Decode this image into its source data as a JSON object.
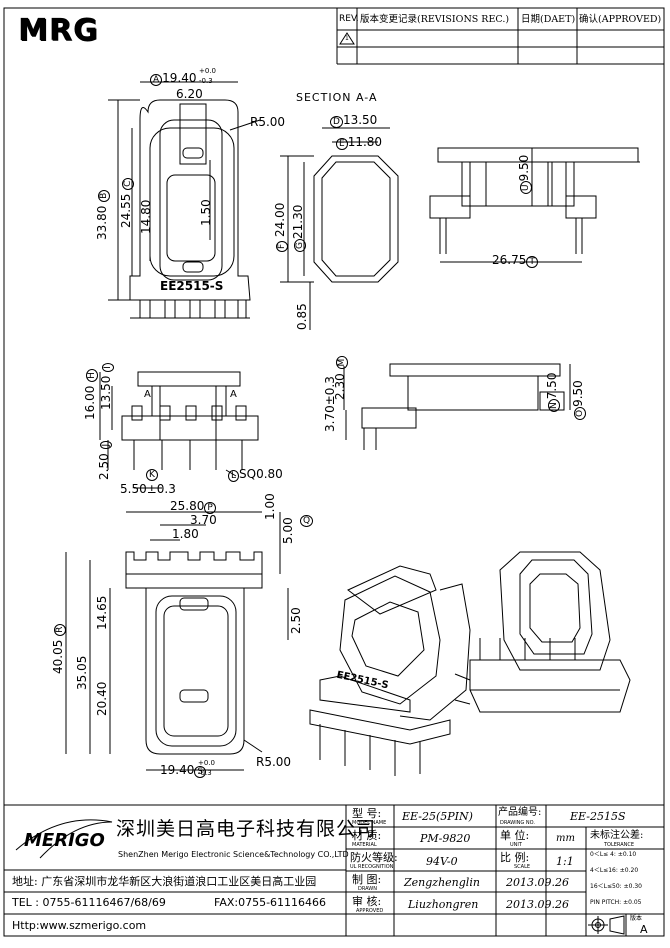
{
  "logo": {
    "text": "MRG"
  },
  "revision_table": {
    "rev": "REV.",
    "record": "版本变更记录(REVISIONS REC.)",
    "date": "日期(DAET)",
    "approved": "确认(APPROVED)",
    "marker": "1"
  },
  "section_label": "SECTION A-A",
  "dims": {
    "A": "A",
    "A_val": "19.40",
    "A_tol_plus": "+0.0",
    "A_tol_minus": "-0.3",
    "top_w": "6.20",
    "r_top": "R5.00",
    "B": "B",
    "B_val": "33.80",
    "C": "C",
    "C_val": "24.55",
    "inner_h": "14.80",
    "slot": "1.50",
    "model_mark": "EE2515-S",
    "flange_gap": "0.85",
    "D": "D",
    "D_val": "13.50",
    "E": "E",
    "E_val": "11.80",
    "F": "F",
    "F_val": "24.00",
    "G": "G",
    "G_val": "21.30",
    "U": "U",
    "U_val": "9.50",
    "T": "T",
    "T_val": "26.75",
    "H": "H",
    "H_val": "16.00",
    "I": "I",
    "I_val": "13.50",
    "arrow_a": "A",
    "J": "J",
    "J_val": "2.50",
    "K": "K",
    "K_val": "5.50±0.3",
    "L": "L",
    "L_val": "SQ0.80",
    "M": "M",
    "M_val": "2.30",
    "N": "N",
    "N_val": "7.50",
    "O": "O",
    "O_val": "9.50",
    "pin_len": "3.70±0.3",
    "P": "P",
    "P_val": "25.80",
    "w_370": "3.70",
    "w_180": "1.80",
    "v_100": "1.00",
    "v_500": "5.00",
    "Q": "Q",
    "R": "R",
    "R_val": "40.05",
    "h_3505": "35.05",
    "h_1465": "14.65",
    "h_2040": "20.40",
    "h_250": "2.50",
    "r_bot": "R5.00",
    "S": "S",
    "S_val": "19.40",
    "S_tol_plus": "+0.0",
    "S_tol_minus": "-0.3"
  },
  "title_block": {
    "company_logo": "MERIGO",
    "company_cn": "深圳美日高电子科技有限公司",
    "company_en": "ShenZhen Merigo Electronic Science&Technology CO.,LTD",
    "address": "地址: 广东省深圳市龙华新区大浪街道浪口工业区美日高工业园",
    "tel": "TEL : 0755-61116467/68/69",
    "fax": "FAX:0755-61116466",
    "http": "Http:www.szmerigo.com",
    "model_label_cn": "型 号:",
    "model_label_en": "MODEL NAME",
    "model_value": "EE-25(5PIN)",
    "drawing_no_label_cn": "产品编号:",
    "drawing_no_label_en": "DRAWING NO.",
    "drawing_no_value": "EE-2515S",
    "material_label_cn": "材 质:",
    "material_label_en": "MATERIAL",
    "material_value": "PM-9820",
    "unit_label_cn": "单 位:",
    "unit_label_en": "UNIT",
    "unit_value": "mm",
    "flame_label_cn": "防火等级:",
    "flame_label_en": "UL RECOGNITION",
    "flame_value": "94V-0",
    "scale_label_cn": "比 例:",
    "scale_label_en": "SCALE",
    "scale_value": "1:1",
    "drawn_label_cn": "制 图:",
    "drawn_label_en": "DRAWN",
    "drawn_value": "Zengzhenglin",
    "drawn_date": "2013.09.26",
    "approved_label_cn": "审 核:",
    "approved_label_en": "APPROVED",
    "approved_value": "Liuzhongren",
    "approved_date": "2013.09.26",
    "tol_title_cn": "未标注公差:",
    "tol_title_en": "TOLERANCE",
    "tol_lines": [
      "0＜L≤ 4: ±0.10",
      "4＜L≤16: ±0.20",
      "16＜L≤50: ±0.30",
      "PIN PITCH: ±0.05"
    ],
    "version_label": "版本",
    "version_value": "A"
  }
}
